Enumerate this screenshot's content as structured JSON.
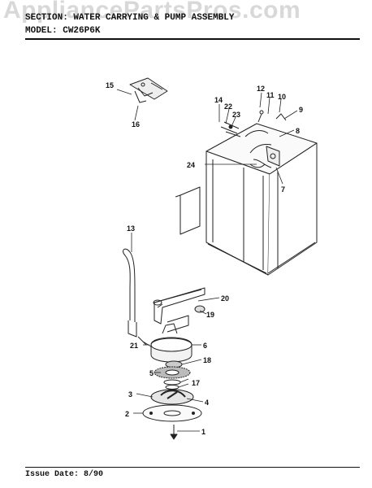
{
  "watermark": "AppliancePartsPros.com",
  "header": {
    "section_label": "SECTION:",
    "section_value": "WATER CARRYING & PUMP ASSEMBLY",
    "model_label": "MODEL:",
    "model_value": "CW26P6K"
  },
  "footer": {
    "issue_date": "Issue Date: 8/90"
  },
  "callouts": {
    "c1": "1",
    "c2": "2",
    "c3": "3",
    "c4": "4",
    "c5": "5",
    "c6": "6",
    "c7": "7",
    "c8": "8",
    "c9": "9",
    "c10": "10",
    "c11": "11",
    "c12": "12",
    "c13": "13",
    "c14": "14",
    "c15": "15",
    "c16": "16",
    "c17": "17",
    "c18": "18",
    "c19": "19",
    "c20": "20",
    "c21": "21",
    "c22": "22",
    "c23": "23",
    "c24": "24"
  }
}
